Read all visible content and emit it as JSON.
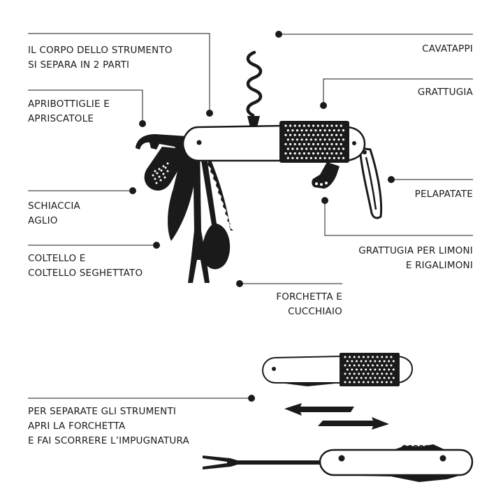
{
  "labels": {
    "body_split": [
      "IL CORPO DELLO STRUMENTO",
      "SI SEPARA IN 2 PARTI"
    ],
    "bottle_opener": [
      "APRIBOTTIGLIE E",
      "APRISCATOLE"
    ],
    "garlic_press": [
      "SCHIACCIA",
      "AGLIO"
    ],
    "knife": [
      "COLTELLO E",
      "COLTELLO SEGHETTATO"
    ],
    "fork_spoon": [
      "FORCHETTA E",
      "CUCCHIAIO"
    ],
    "corkscrew": [
      "CAVATAPPI"
    ],
    "grater": [
      "GRATTUGIA"
    ],
    "peeler": [
      "PELAPATATE"
    ],
    "zester": [
      "GRATTUGIA PER LIMONI",
      "E RIGALIMONI"
    ],
    "instructions": [
      "PER SEPARATE GLI STRUMENTI",
      "APRI LA FORCHETTA",
      "E FAI SCORRERE L’IMPUGNATURA"
    ]
  },
  "colors": {
    "ink": "#1a1a1a",
    "paper": "#ffffff"
  }
}
